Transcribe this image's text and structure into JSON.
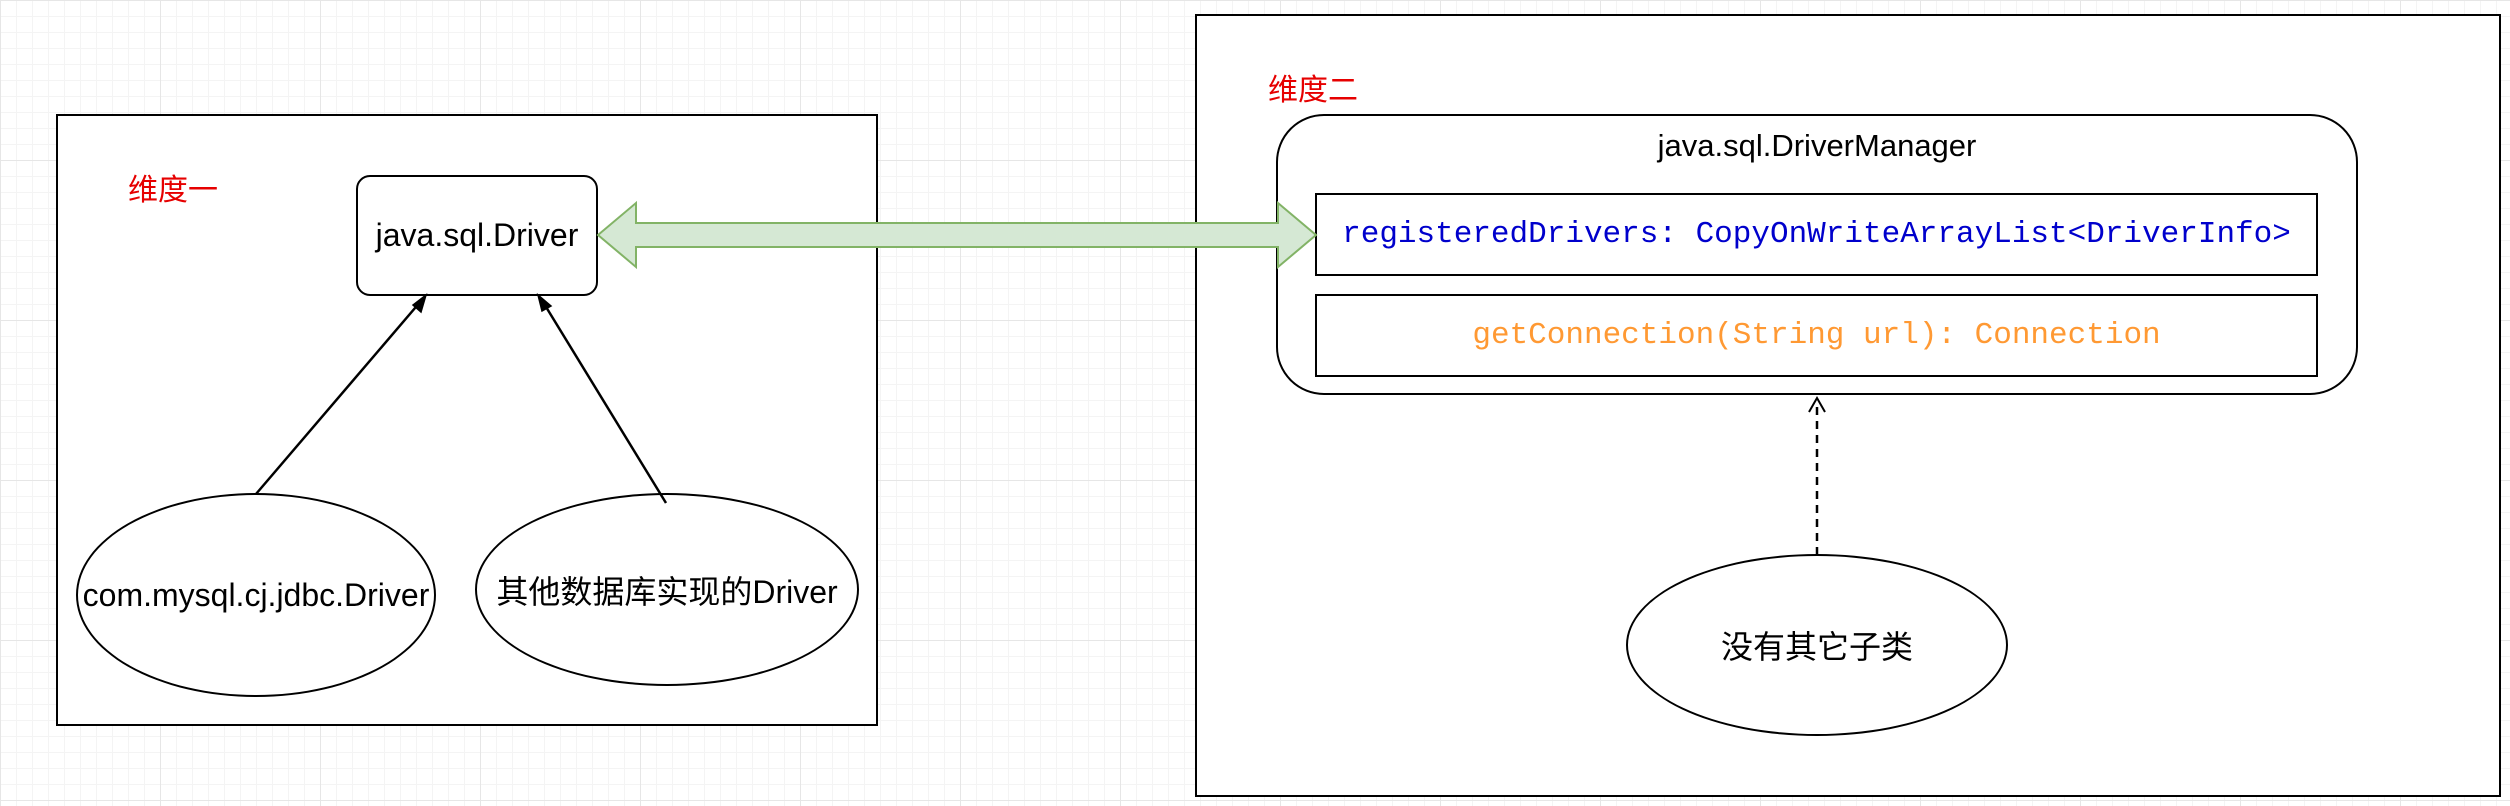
{
  "dimension_one": {
    "label": "维度一",
    "interface_class": "java.sql.Driver",
    "implementations": [
      "com.mysql.cj.jdbc.Driver",
      "其他数据库实现的Driver"
    ]
  },
  "dimension_two": {
    "label": "维度二",
    "manager_class": "java.sql.DriverManager",
    "field": "registeredDrivers: CopyOnWriteArrayList<DriverInfo>",
    "method": "getConnection(String url): Connection",
    "subclass_note": "没有其它子类"
  },
  "colors": {
    "label_red": "#e60000",
    "field_blue": "#0000cc",
    "method_orange": "#ff9933",
    "arrow_fill": "#d5e8d4",
    "arrow_stroke": "#82b366"
  }
}
